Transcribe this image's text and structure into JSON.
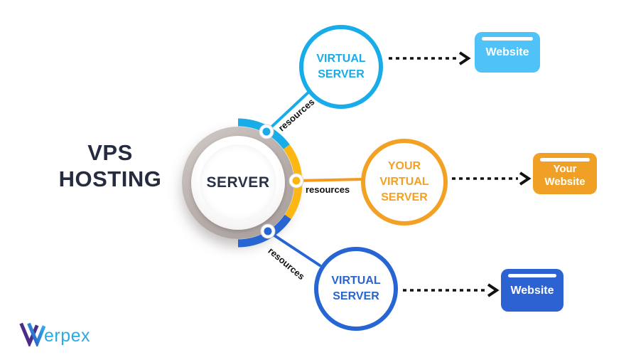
{
  "title": {
    "line1": "VPS",
    "line2": "HOSTING"
  },
  "hub": {
    "label": "SERVER"
  },
  "branches": [
    {
      "id": "top",
      "circle_lines": [
        "VIRTUAL",
        "SERVER"
      ],
      "resource_label": "resources",
      "website_lines": [
        "Website"
      ],
      "accent": "#18ACE9",
      "box_color": "#4FC2F8",
      "arc_color": "#18ACE9",
      "line_color": "#18ACE9"
    },
    {
      "id": "middle",
      "circle_lines": [
        "YOUR",
        "VIRTUAL",
        "SERVER"
      ],
      "resource_label": "resources",
      "website_lines": [
        "Your",
        "Website"
      ],
      "accent": "#F2A124",
      "box_color": "#F0A125",
      "arc_color": "#FCB712",
      "line_color": "#F49B20"
    },
    {
      "id": "bottom",
      "circle_lines": [
        "VIRTUAL",
        "SERVER"
      ],
      "resource_label": "resources",
      "website_lines": [
        "Website"
      ],
      "accent": "#2765D3",
      "box_color": "#2D62D3",
      "arc_color": "#2765D3",
      "line_color": "#2765D3"
    }
  ],
  "logo": {
    "text": "erpex",
    "text_color": "#2BAAE2",
    "mark_purple": "#4B2C88",
    "mark_blue": "#2557C5",
    "mark_cyan": "#35B3E8"
  },
  "colors": {
    "background": "#FFFFFF",
    "title_text": "#262C40",
    "hub_ring": "#B8AFAD",
    "hub_label_text": "#2B3147",
    "resources_text": "#111111",
    "arrow": "#111111"
  }
}
